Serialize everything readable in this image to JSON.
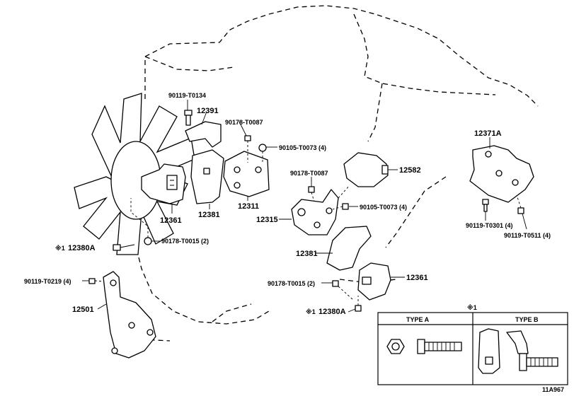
{
  "diagram": {
    "figure_id": "11A967",
    "labels": {
      "bolt_top": "90119-T0134",
      "cover_top": "12391",
      "nut_right_a": "90178-T0087",
      "bolt_right_a": "90105-T0073 (4)",
      "insulator_left": "12361",
      "bracket_left": "12381",
      "plate_center": "12311",
      "nut_center": "90178-T0087",
      "cover_right": "12582",
      "bracket_center": "12315",
      "bolt_center": "90105-T0073 (4)",
      "bracket_lower": "12381",
      "nut_lower": "90178-T0015 (2)",
      "insulator_lower": "12361",
      "mount_left": "12380A",
      "nut_left": "90178-T0015 (2)",
      "bolt_far_left": "90119-T0219 (4)",
      "bracket_bottom": "12501",
      "mount_lower": "12380A",
      "mount_rear": "12371A",
      "bolt_rear_a": "90119-T0301 (4)",
      "bolt_rear_b": "90119-T0511 (4)"
    },
    "marks": {
      "note_mark_left": "※1",
      "note_mark_lower": "※1",
      "note_mark_box": "※1"
    },
    "types": {
      "type_a": "TYPE A",
      "type_b": "TYPE B"
    }
  }
}
